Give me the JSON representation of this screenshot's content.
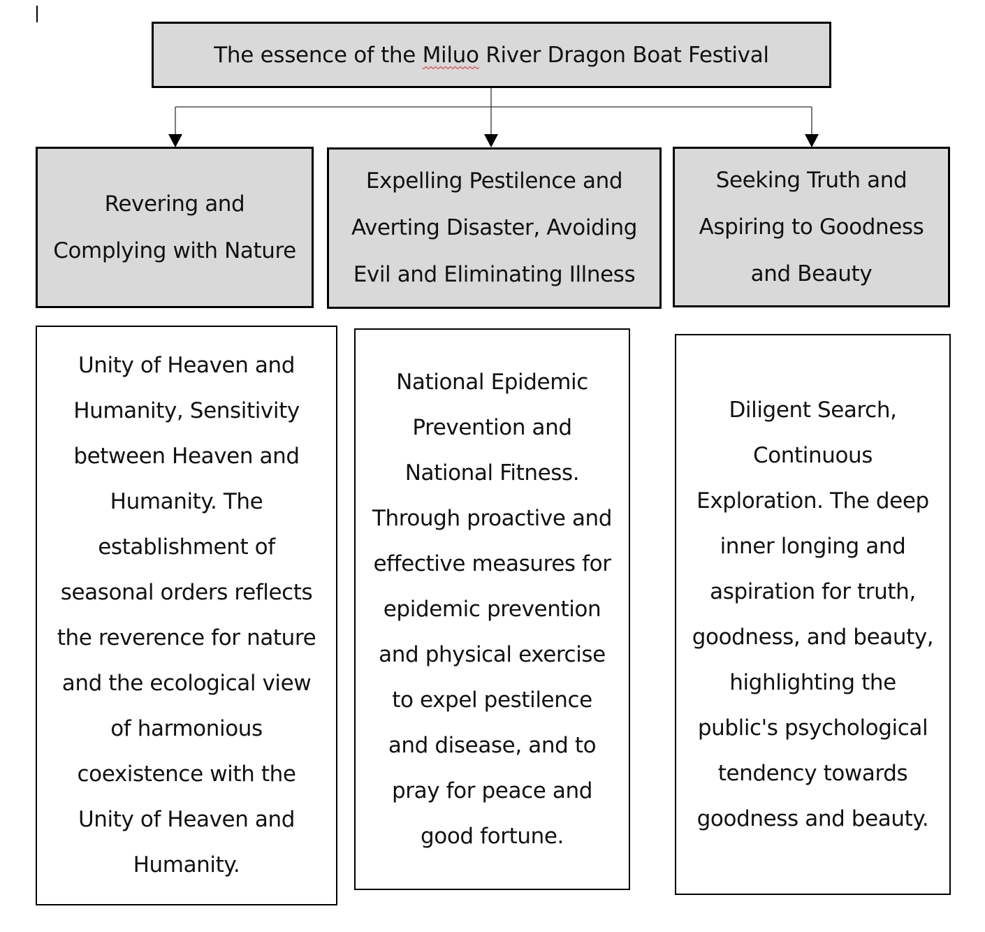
{
  "diagram": {
    "title": {
      "prefix": "The essence of the ",
      "misspelled_word": "Miluo",
      "suffix": " River Dragon Boat Festival",
      "spellcheck_underline_color": "#e02020"
    },
    "branches": [
      {
        "heading_lines": [
          "Revering and",
          "Complying with Nature"
        ],
        "description_lines": [
          "Unity of Heaven and",
          "Humanity, Sensitivity",
          "between Heaven and",
          "Humanity. The",
          "establishment of",
          "seasonal orders reflects",
          "the reverence for nature",
          "and the ecological view",
          "of harmonious",
          "coexistence with the",
          "Unity of Heaven and",
          "Humanity."
        ]
      },
      {
        "heading_lines": [
          "Expelling Pestilence and",
          "Averting Disaster, Avoiding",
          "Evil and Eliminating Illness"
        ],
        "description_lines": [
          "National Epidemic",
          "Prevention and",
          "National Fitness.",
          "Through proactive and",
          "effective measures for",
          "epidemic prevention",
          "and physical exercise",
          "to expel pestilence",
          "and disease, and to",
          "pray for peace and",
          "good fortune."
        ]
      },
      {
        "heading_lines": [
          "Seeking Truth and",
          "Aspiring to Goodness",
          "and Beauty"
        ],
        "description_lines": [
          "Diligent Search,",
          "Continuous",
          "Exploration. The deep",
          "inner longing and",
          "aspiration for truth,",
          "goodness, and beauty,",
          "highlighting the",
          "public's psychological",
          "tendency towards",
          "goodness and beauty."
        ]
      }
    ],
    "colors": {
      "heading_fill": "#d9d9d9",
      "border": "#000000",
      "connector": "#333333"
    }
  }
}
